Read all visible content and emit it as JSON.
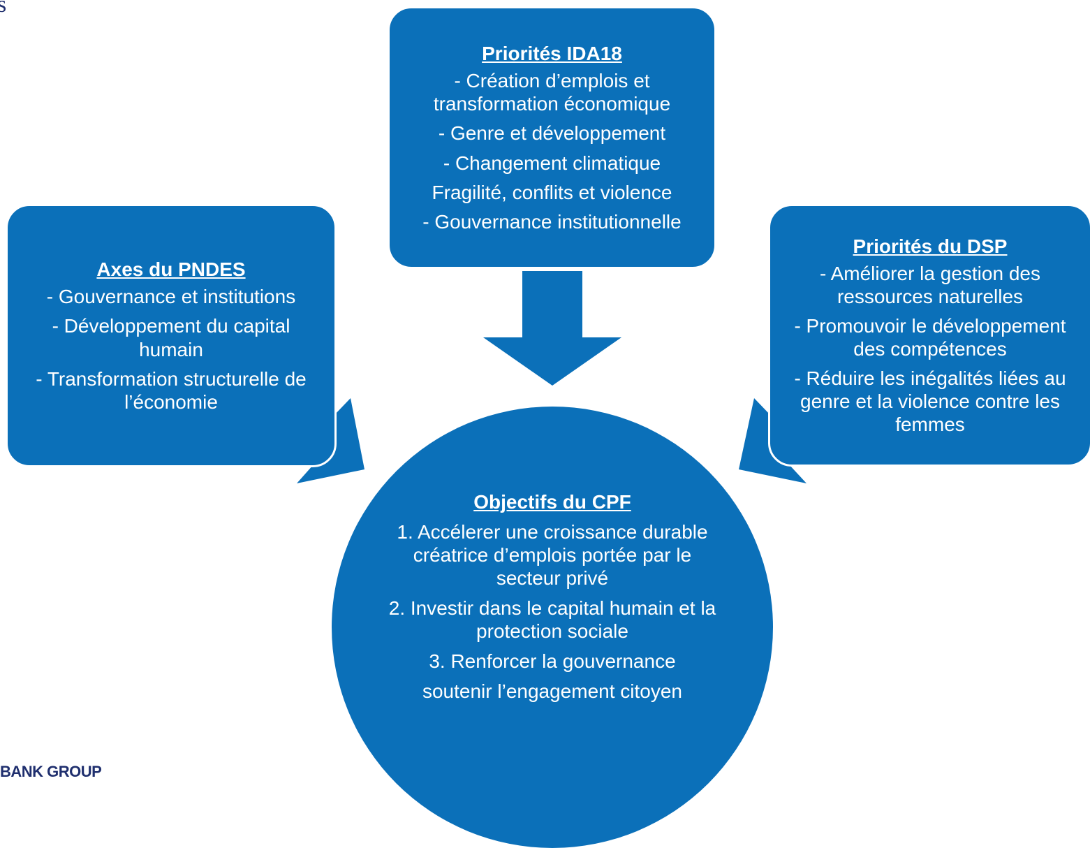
{
  "colors": {
    "shape_fill": "#0B70B9",
    "text": "#FFFFFF",
    "brand": "#1F2F6E"
  },
  "corner_fragment": "s",
  "logo_text": "BANK GROUP",
  "top_box": {
    "title": "Priorités IDA18",
    "items": [
      "- Création d’emplois et transformation économique",
      "- Genre et développement",
      "- Changement climatique",
      "Fragilité, conflits et violence",
      "- Gouvernance institutionnelle"
    ]
  },
  "left_box": {
    "title": "Axes du PNDES",
    "items": [
      "- Gouvernance et institutions",
      "- Développement du capital humain",
      "- Transformation structurelle de l’économie"
    ]
  },
  "right_box": {
    "title": "Priorités du DSP",
    "items": [
      "- Améliorer la gestion des ressources naturelles",
      "- Promouvoir le développement des compétences",
      "- Réduire les inégalités liées au genre et la violence contre les femmes"
    ]
  },
  "center_circle": {
    "title": "Objectifs du CPF",
    "items": [
      "1. Accélerer une croissance durable créatrice d’emplois portée par le secteur privé",
      "2. Investir dans le capital humain et la protection sociale",
      "3. Renforcer la gouvernance",
      "soutenir l’engagement citoyen"
    ]
  }
}
